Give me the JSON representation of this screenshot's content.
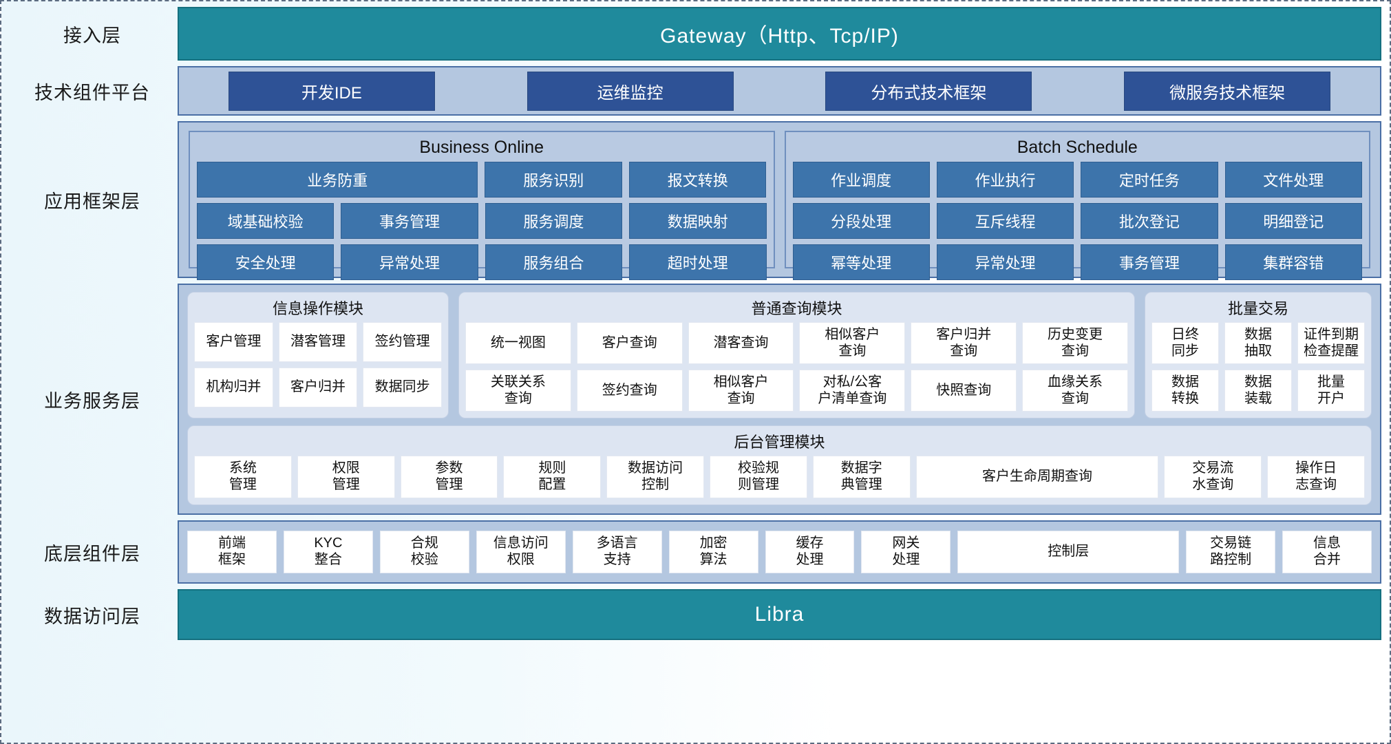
{
  "layers": [
    {
      "label": "接入层"
    },
    {
      "label": "技术组件平台"
    },
    {
      "label": "应用框架层"
    },
    {
      "label": "业务服务层"
    },
    {
      "label": "底层组件层"
    },
    {
      "label": "数据访问层"
    }
  ],
  "access_layer": {
    "label": "接入层",
    "banner": "Gateway（Http、Tcp/IP)"
  },
  "tech_platform": {
    "label": "技术组件平台",
    "chips": [
      "开发IDE",
      "运维监控",
      "分布式技术框架",
      "微服务技术框架"
    ]
  },
  "app_framework": {
    "label": "应用框架层",
    "groups": [
      {
        "title": "Business Online",
        "rows": [
          [
            {
              "text": "业务防重",
              "span": 2
            },
            {
              "text": "服务识别",
              "span": 1
            },
            {
              "text": "报文转换",
              "span": 1
            }
          ],
          [
            {
              "text": "域基础校验",
              "span": 1
            },
            {
              "text": "事务管理",
              "span": 1
            },
            {
              "text": "服务调度",
              "span": 1
            },
            {
              "text": "数据映射",
              "span": 1
            }
          ],
          [
            {
              "text": "安全处理",
              "span": 1
            },
            {
              "text": "异常处理",
              "span": 1
            },
            {
              "text": "服务组合",
              "span": 1
            },
            {
              "text": "超时处理",
              "span": 1
            }
          ]
        ]
      },
      {
        "title": "Batch Schedule",
        "rows": [
          [
            {
              "text": "作业调度",
              "span": 1
            },
            {
              "text": "作业执行",
              "span": 1
            },
            {
              "text": "定时任务",
              "span": 1
            },
            {
              "text": "文件处理",
              "span": 1
            }
          ],
          [
            {
              "text": "分段处理",
              "span": 1
            },
            {
              "text": "互斥线程",
              "span": 1
            },
            {
              "text": "批次登记",
              "span": 1
            },
            {
              "text": "明细登记",
              "span": 1
            }
          ],
          [
            {
              "text": "幂等处理",
              "span": 1
            },
            {
              "text": "异常处理",
              "span": 1
            },
            {
              "text": "事务管理",
              "span": 1
            },
            {
              "text": "集群容错",
              "span": 1
            }
          ]
        ]
      }
    ]
  },
  "business_service": {
    "label": "业务服务层",
    "modules": {
      "info_ops": {
        "title": "信息操作模块",
        "rows": [
          [
            "客户管理",
            "潜客管理",
            "签约管理"
          ],
          [
            "机构归并",
            "客户归并",
            "数据同步"
          ]
        ]
      },
      "common_query": {
        "title": "普通查询模块",
        "rows": [
          [
            "统一视图",
            "客户查询",
            "潜客查询",
            "相似客户\n查询",
            "客户归并\n查询",
            "历史变更\n查询"
          ],
          [
            "关联关系\n查询",
            "签约查询",
            "相似客户\n查询",
            "对私/公客\n户清单查询",
            "快照查询",
            "血缘关系\n查询"
          ]
        ]
      },
      "batch_trade": {
        "title": "批量交易",
        "rows": [
          [
            "日终\n同步",
            "数据\n抽取",
            "证件到期\n检查提醒"
          ],
          [
            "数据\n转换",
            "数据\n装载",
            "批量\n开户"
          ]
        ]
      },
      "admin": {
        "title": "后台管理模块",
        "items": [
          {
            "text": "系统\n管理",
            "wide": false
          },
          {
            "text": "权限\n管理",
            "wide": false
          },
          {
            "text": "参数\n管理",
            "wide": false
          },
          {
            "text": "规则\n配置",
            "wide": false
          },
          {
            "text": "数据访问\n控制",
            "wide": false
          },
          {
            "text": "校验规\n则管理",
            "wide": false
          },
          {
            "text": "数据字\n典管理",
            "wide": false
          },
          {
            "text": "客户生命周期查询",
            "wide": true
          },
          {
            "text": "交易流\n水查询",
            "wide": false
          },
          {
            "text": "操作日\n志查询",
            "wide": false
          }
        ]
      }
    }
  },
  "base_components": {
    "label": "底层组件层",
    "items": [
      {
        "text": "前端\n框架",
        "wide": false
      },
      {
        "text": "KYC\n整合",
        "wide": false
      },
      {
        "text": "合规\n校验",
        "wide": false
      },
      {
        "text": "信息访问\n权限",
        "wide": false
      },
      {
        "text": "多语言\n支持",
        "wide": false
      },
      {
        "text": "加密\n算法",
        "wide": false
      },
      {
        "text": "缓存\n处理",
        "wide": false
      },
      {
        "text": "网关\n处理",
        "wide": false
      },
      {
        "text": "控制层",
        "wide": true
      },
      {
        "text": "交易链\n路控制",
        "wide": false
      },
      {
        "text": "信息\n合并",
        "wide": false
      }
    ]
  },
  "data_access": {
    "label": "数据访问层",
    "banner": "Libra"
  },
  "colors": {
    "teal": "#1f8a9c",
    "panel_blue": "#b4c7e0",
    "chip_navy": "#2e5296",
    "cell_blue": "#3d74ab",
    "module_bg": "#dde5f2",
    "border_blue": "#4a6fa5"
  }
}
